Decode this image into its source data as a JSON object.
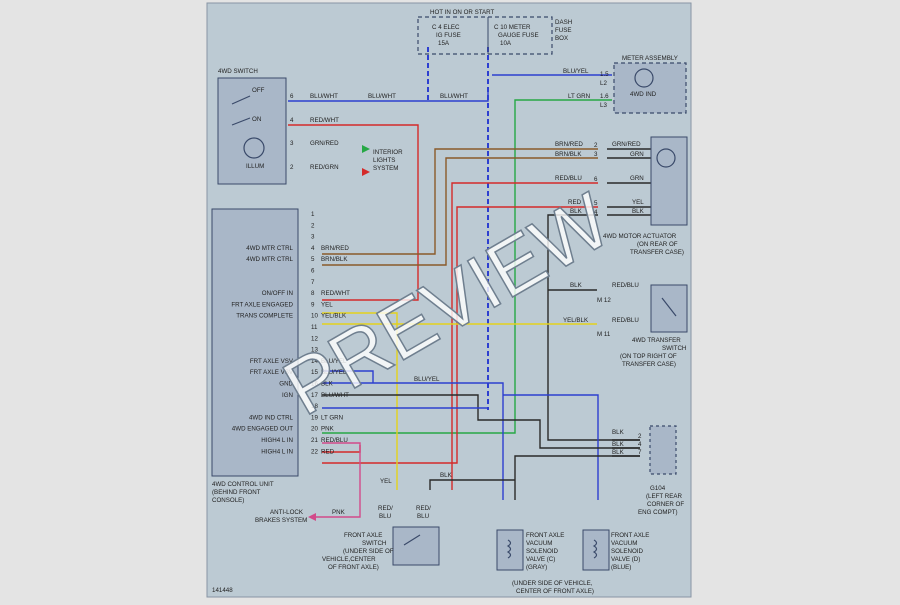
{
  "colors": {
    "page_bg": "#e4e4e4",
    "diagram_bg": "#bccad3",
    "box_fill": "#a9b7c8",
    "box_stroke": "#3a4a6a",
    "blu": "#2d3fd0",
    "red": "#d42a2a",
    "grn": "#26a845",
    "brn": "#8a5a2a",
    "yel": "#e3d21c",
    "blk": "#2a2a2a",
    "pnk": "#d24a8a"
  },
  "hot_label": "HOT IN ON OR START",
  "dash_fuse_box": [
    "DASH",
    "FUSE",
    "BOX"
  ],
  "fuse_c4": [
    "C  4 ELEC",
    "IG FUSE",
    "15A"
  ],
  "fuse_c10": [
    "C  10 METER",
    "GAUGE FUSE",
    "10A"
  ],
  "switch_4wd": {
    "title": "4WD SWITCH",
    "off": "OFF",
    "on": "ON",
    "illum": "ILLUM",
    "pins": [
      "6",
      "4",
      "3",
      "2"
    ],
    "wires": [
      "BLU/WHT",
      "RED/WHT",
      "GRN/RED",
      "RED/GRN"
    ]
  },
  "blu_wht_mid": "BLU/WHT",
  "blu_wht_fuse": "BLU/WHT",
  "interior_lights": [
    "INTERIOR",
    "LIGHTS",
    "SYSTEM"
  ],
  "meter": {
    "title": "METER ASSEMBLY",
    "ind": "4WD IND",
    "pins": [
      "1.5",
      "L2",
      "1.6",
      "L3"
    ],
    "wires": [
      "BLU/YEL",
      "LT GRN"
    ]
  },
  "motor": {
    "caption": [
      "4WD MOTOR ACTUATOR",
      "(ON REAR OF",
      "TRANSFER CASE)"
    ],
    "pins": [
      "2",
      "3",
      "6",
      "5",
      "4"
    ],
    "left_wires": [
      "BRN/RED",
      "BRN/BLK",
      "RED/BLU",
      "RED",
      "BLK"
    ],
    "right_wires": [
      "GRN/RED",
      "GRN",
      "GRN",
      "YEL",
      "BLK"
    ]
  },
  "transfer": {
    "caption": [
      "4WD TRANSFER",
      "SWITCH",
      "(ON TOP RIGHT OF",
      "TRANSFER CASE)"
    ],
    "blk": "BLK",
    "m12": "M 12",
    "redblu_top": "RED/BLU",
    "yelblk": "YEL/BLK",
    "m11": "M 11",
    "redblu_bot": "RED/BLU"
  },
  "control_unit": {
    "caption": [
      "4WD CONTROL UNIT",
      "(BEHIND FRONT",
      "CONSOLE)"
    ],
    "pins": [
      {
        "n": "1",
        "fn": "",
        "wire": ""
      },
      {
        "n": "2",
        "fn": "",
        "wire": ""
      },
      {
        "n": "3",
        "fn": "",
        "wire": ""
      },
      {
        "n": "4",
        "fn": "4WD MTR CTRL",
        "wire": "BRN/RED"
      },
      {
        "n": "5",
        "fn": "4WD MTR CTRL",
        "wire": "BRN/BLK"
      },
      {
        "n": "6",
        "fn": "",
        "wire": ""
      },
      {
        "n": "7",
        "fn": "",
        "wire": ""
      },
      {
        "n": "8",
        "fn": "ON/OFF IN",
        "wire": "RED/WHT"
      },
      {
        "n": "9",
        "fn": "FRT AXLE ENGAGED",
        "wire": "YEL"
      },
      {
        "n": "10",
        "fn": "TRANS COMPLETE",
        "wire": "YEL/BLK"
      },
      {
        "n": "11",
        "fn": "",
        "wire": ""
      },
      {
        "n": "12",
        "fn": "",
        "wire": ""
      },
      {
        "n": "13",
        "fn": "",
        "wire": ""
      },
      {
        "n": "14",
        "fn": "FRT AXLE VSV",
        "wire": "BLU/YEL"
      },
      {
        "n": "15",
        "fn": "FRT AXLE VSV",
        "wire": "BLU/YEL"
      },
      {
        "n": "16",
        "fn": "GND",
        "wire": "BLK"
      },
      {
        "n": "17",
        "fn": "IGN",
        "wire": "BLU/WHT"
      },
      {
        "n": "18",
        "fn": "",
        "wire": ""
      },
      {
        "n": "19",
        "fn": "4WD IND CTRL",
        "wire": "LT GRN"
      },
      {
        "n": "20",
        "fn": "4WD ENGAGED OUT",
        "wire": "PNK"
      },
      {
        "n": "21",
        "fn": "HIGH4 L IN",
        "wire": "RED/BLU"
      },
      {
        "n": "22",
        "fn": "HIGH4 L IN",
        "wire": "RED"
      }
    ]
  },
  "mid_blu_yel": "BLU/YEL",
  "g104": {
    "pins": [
      "2",
      "4",
      "7"
    ],
    "wires": [
      "BLK",
      "BLK",
      "BLK"
    ],
    "caption": [
      "G104",
      "(LEFT REAR",
      "CORNER OF",
      "ENG COMPT)"
    ]
  },
  "blk_bottom": "BLK",
  "front_switch": {
    "yel": "YEL",
    "left_lbl": [
      "RED/",
      "BLU"
    ],
    "right_lbl": [
      "RED/",
      "BLU"
    ],
    "caption": [
      "FRONT AXLE",
      "SWITCH",
      "(UNDER SIDE OF",
      "VEHICLE,CENTER",
      "OF FRONT AXLE)"
    ]
  },
  "vsv_c": [
    "FRONT AXLE",
    "VACUUM",
    "SOLENOID",
    "VALVE (C)",
    "(GRAY)"
  ],
  "vsv_d": [
    "FRONT AXLE",
    "VACUUM",
    "SOLENOID",
    "VALVE (D)",
    "(BLUE)"
  ],
  "under_caption": [
    "(UNDER SIDE OF VEHICLE,",
    "CENTER OF FRONT AXLE)"
  ],
  "antilock": {
    "wire": "PNK",
    "lbl": [
      "ANTI-LOCK",
      "BRAKES SYSTEM"
    ]
  },
  "figure_id": "141448",
  "watermark": "PREVIEW"
}
